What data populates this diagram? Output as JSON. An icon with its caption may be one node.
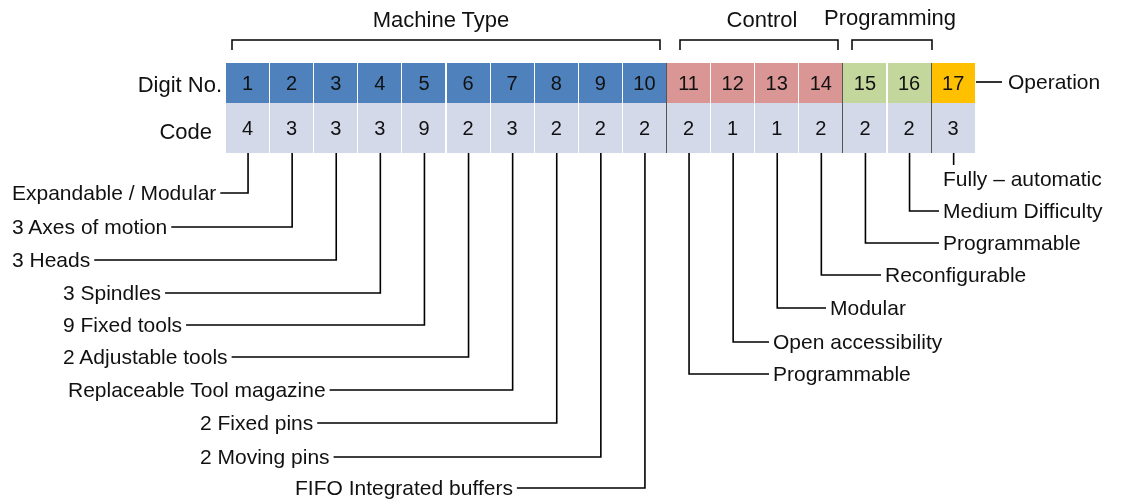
{
  "diagram": {
    "nodes": [
      {
        "text": [
          "1"
        ]
      },
      {
        "text": [
          "2"
        ]
      },
      {
        "text": [
          "3"
        ]
      },
      {
        "text": [
          "4"
        ]
      },
      {
        "text": [
          "5"
        ]
      },
      {
        "text": [
          "6"
        ]
      },
      {
        "text": [
          "7"
        ]
      },
      {
        "text": [
          "8"
        ]
      },
      {
        "text": [
          "9"
        ]
      },
      {
        "text": [
          "10"
        ]
      },
      {
        "text": [
          "11"
        ]
      },
      {
        "text": [
          "12"
        ]
      },
      {
        "text": [
          "13"
        ]
      },
      {
        "text": [
          "14"
        ]
      },
      {
        "text": [
          "15"
        ]
      },
      {
        "text": [
          "16"
        ]
      },
      {
        "text": [
          "17"
        ]
      },
      {
        "text": [
          "4"
        ]
      },
      {
        "text": [
          "3"
        ]
      },
      {
        "text": [
          "3"
        ]
      },
      {
        "text": [
          "3"
        ]
      },
      {
        "text": [
          "9"
        ]
      },
      {
        "text": [
          "2"
        ]
      },
      {
        "text": [
          "3"
        ]
      },
      {
        "text": [
          "2"
        ]
      },
      {
        "text": [
          "2"
        ]
      },
      {
        "text": [
          "2"
        ]
      },
      {
        "text": [
          "2"
        ]
      },
      {
        "text": [
          "1"
        ]
      },
      {
        "text": [
          "1"
        ]
      },
      {
        "text": [
          "2"
        ]
      },
      {
        "text": [
          "2"
        ]
      },
      {
        "text": [
          "2"
        ]
      },
      {
        "text": [
          "3"
        ]
      },
      {
        "text": [
          "Operation"
        ]
      },
      {
        "text": [
          "Expandable / Modular"
        ]
      },
      {
        "text": [
          "3 Axes of motion"
        ]
      },
      {
        "text": [
          "3 Heads"
        ]
      },
      {
        "text": [
          "3 Spindles"
        ]
      },
      {
        "text": [
          "9 Fixed tools"
        ]
      },
      {
        "text": [
          "2 Adjustable tools"
        ]
      },
      {
        "text": [
          "Replaceable Tool magazine"
        ]
      },
      {
        "text": [
          "2 Fixed pins"
        ]
      },
      {
        "text": [
          "2 Moving pins"
        ]
      },
      {
        "text": [
          "FIFO Integrated buffers"
        ]
      },
      {
        "text": [
          "Programmable"
        ]
      },
      {
        "text": [
          "Open accessibility"
        ]
      },
      {
        "text": [
          "Modular"
        ]
      },
      {
        "text": [
          "Reconfigurable"
        ]
      },
      {
        "text": [
          "Programmable"
        ]
      },
      {
        "text": [
          "Medium Difficulty"
        ]
      },
      {
        "text": [
          "Fully – automatic"
        ]
      }
    ],
    "edges": [
      {
        "from": 34,
        "to": 16,
        "arrow": "none"
      },
      {
        "from": 35,
        "to": 17,
        "arrow": "none"
      },
      {
        "from": 36,
        "to": 18,
        "arrow": "none"
      },
      {
        "from": 37,
        "to": 19,
        "arrow": "none"
      },
      {
        "from": 38,
        "to": 20,
        "arrow": "none"
      },
      {
        "from": 39,
        "to": 21,
        "arrow": "none"
      },
      {
        "from": 40,
        "to": 22,
        "arrow": "none"
      },
      {
        "from": 41,
        "to": 23,
        "arrow": "none"
      },
      {
        "from": 42,
        "to": 24,
        "arrow": "none"
      },
      {
        "from": 43,
        "to": 25,
        "arrow": "none"
      },
      {
        "from": 44,
        "to": 26,
        "arrow": "none"
      },
      {
        "from": 45,
        "to": 27,
        "arrow": "none"
      },
      {
        "from": 46,
        "to": 28,
        "arrow": "none"
      },
      {
        "from": 47,
        "to": 29,
        "arrow": "none"
      },
      {
        "from": 48,
        "to": 30,
        "arrow": "none"
      },
      {
        "from": 49,
        "to": 31,
        "arrow": "none"
      },
      {
        "from": 50,
        "to": 32,
        "arrow": "none"
      },
      {
        "from": 51,
        "to": 33,
        "arrow": "none"
      }
    ],
    "labels": [
      "Machine Type",
      "Control",
      "Programming",
      "Digit No.",
      "Code"
    ]
  }
}
